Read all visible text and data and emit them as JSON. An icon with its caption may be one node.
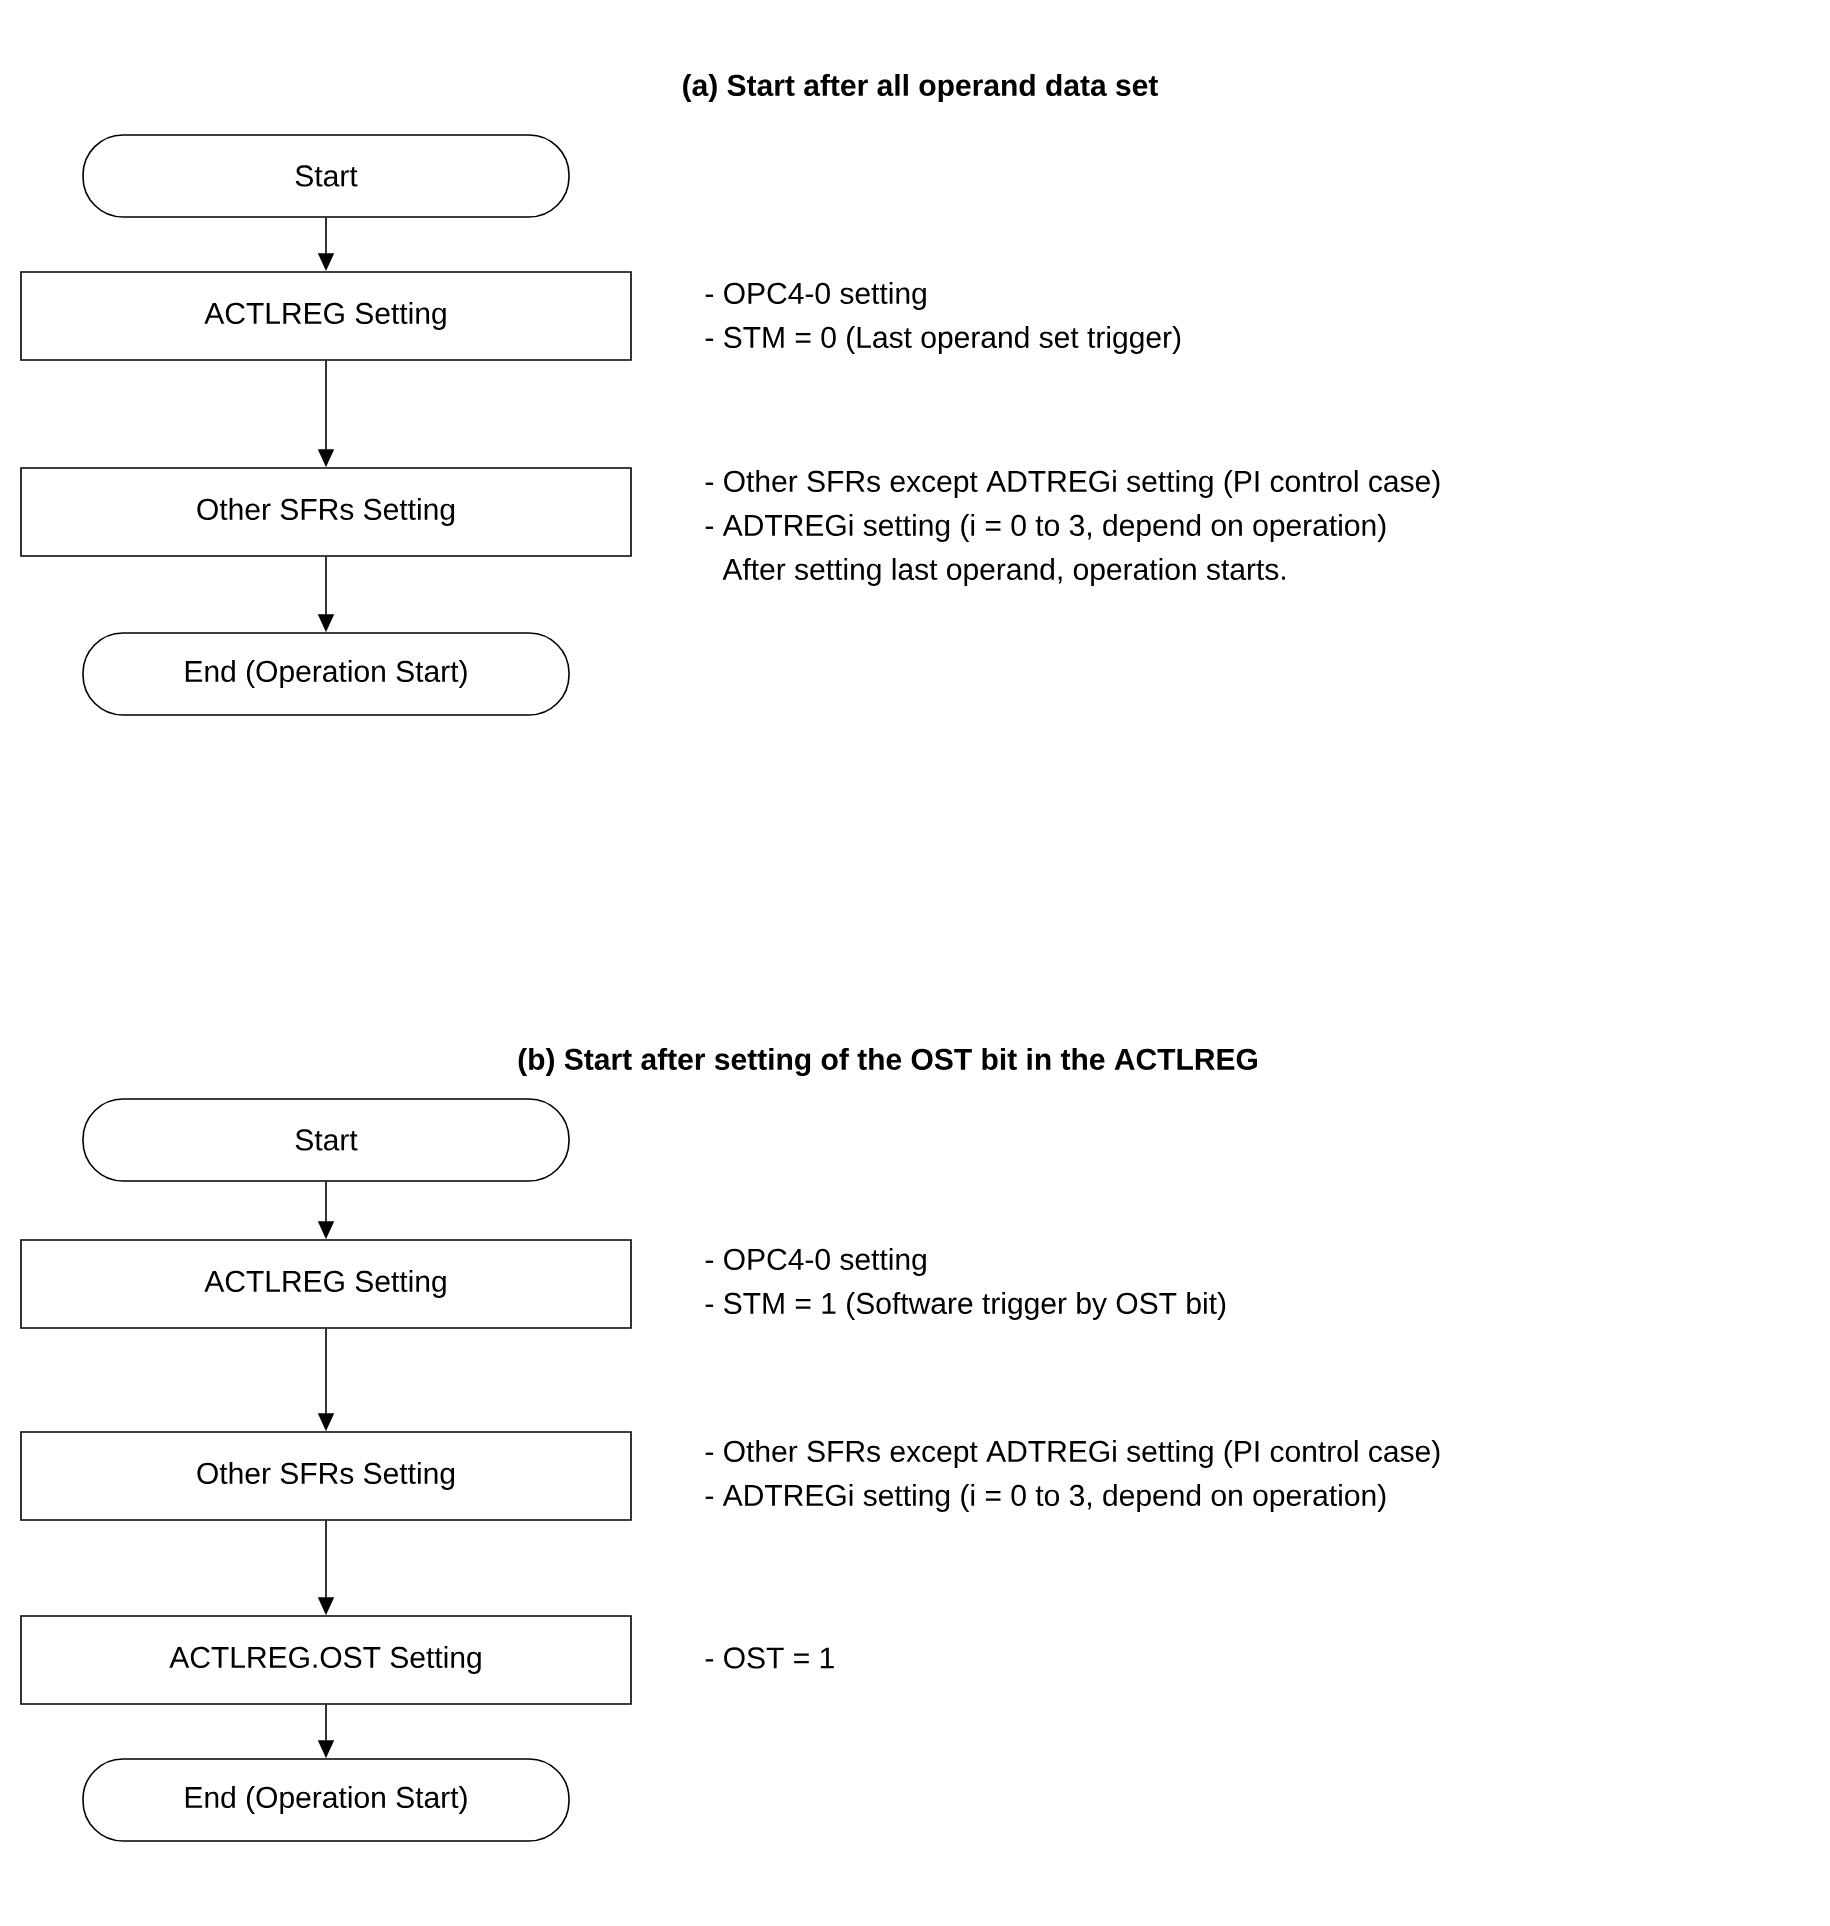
{
  "diagram": {
    "nodes": [
      {
        "text": [
          "Start"
        ]
      },
      {
        "text": [
          "ACTLREG Setting"
        ],
        "beside": [
          "- OPC4-0 setting",
          "- STM = 0 (Last operand set trigger)"
        ]
      },
      {
        "text": [
          "Other SFRs Setting"
        ],
        "beside": [
          "- Other SFRs except ADTREGi setting (PI control case)",
          "- ADTREGi setting (i = 0 to 3, depend on operation)",
          "After setting last operand, operation starts."
        ]
      },
      {
        "text": [
          "End (Operation Start)"
        ]
      },
      {
        "text": [
          "Start"
        ]
      },
      {
        "text": [
          "ACTLREG Setting"
        ],
        "beside": [
          "- OPC4-0 setting",
          "- STM = 1 (Software trigger by OST bit)"
        ]
      },
      {
        "text": [
          "Other SFRs Setting"
        ],
        "beside": [
          "- Other SFRs except ADTREGi setting (PI control case)",
          "- ADTREGi setting (i = 0 to 3, depend on operation)"
        ]
      },
      {
        "text": [
          "ACTLREG.OST Setting"
        ],
        "beside": [
          "- OST = 1"
        ]
      },
      {
        "text": [
          "End (Operation Start)"
        ]
      }
    ],
    "edges": [
      {
        "from": 0,
        "to": 1,
        "arrow": "to"
      },
      {
        "from": 1,
        "to": 2,
        "arrow": "to"
      },
      {
        "from": 2,
        "to": 3,
        "arrow": "to"
      },
      {
        "from": 4,
        "to": 5,
        "arrow": "to"
      },
      {
        "from": 5,
        "to": 6,
        "arrow": "to"
      },
      {
        "from": 6,
        "to": 7,
        "arrow": "to"
      },
      {
        "from": 7,
        "to": 8,
        "arrow": "to"
      }
    ],
    "labels": [
      "(a) Start after all operand data set",
      "(b) Start after setting of the OST bit in the ACTLREG"
    ]
  }
}
